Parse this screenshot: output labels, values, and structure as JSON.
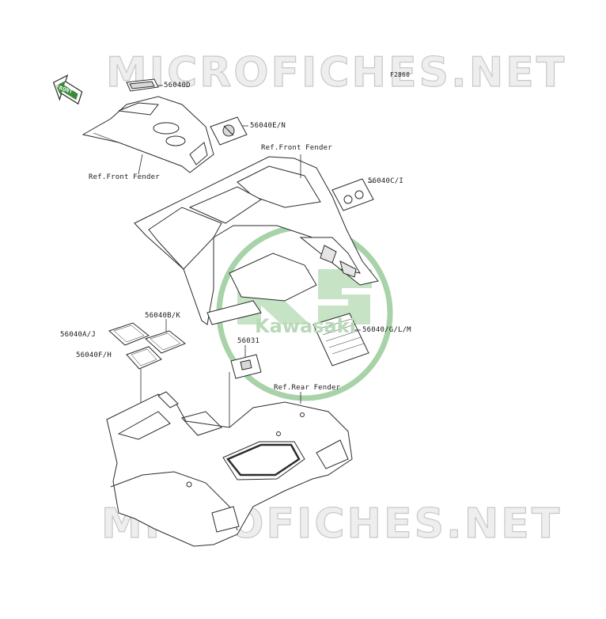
{
  "watermark": {
    "text_top": "MICROFICHES.NET",
    "text_bottom": "MICROFICHES.NET",
    "logo_text": "Kawasaki",
    "logo_color": "#9fcc9f"
  },
  "figure_code": "F2860",
  "front_arrow_label": "FRONT",
  "labels": {
    "d": "56040D",
    "en": "56040E/N",
    "ref_front_1": "Ref.Front Fender",
    "ref_front_2": "Ref.Front Fender",
    "ci": "56040C/I",
    "bk": "56040B/K",
    "aj": "56040A/J",
    "fh": "56040F/H",
    "p031": "56031",
    "glm": "56040/G/L/M",
    "ref_rear": "Ref.Rear Fender"
  },
  "colors": {
    "line": "#2b2b2b",
    "accent": "#2f7a2f",
    "background": "#ffffff"
  }
}
